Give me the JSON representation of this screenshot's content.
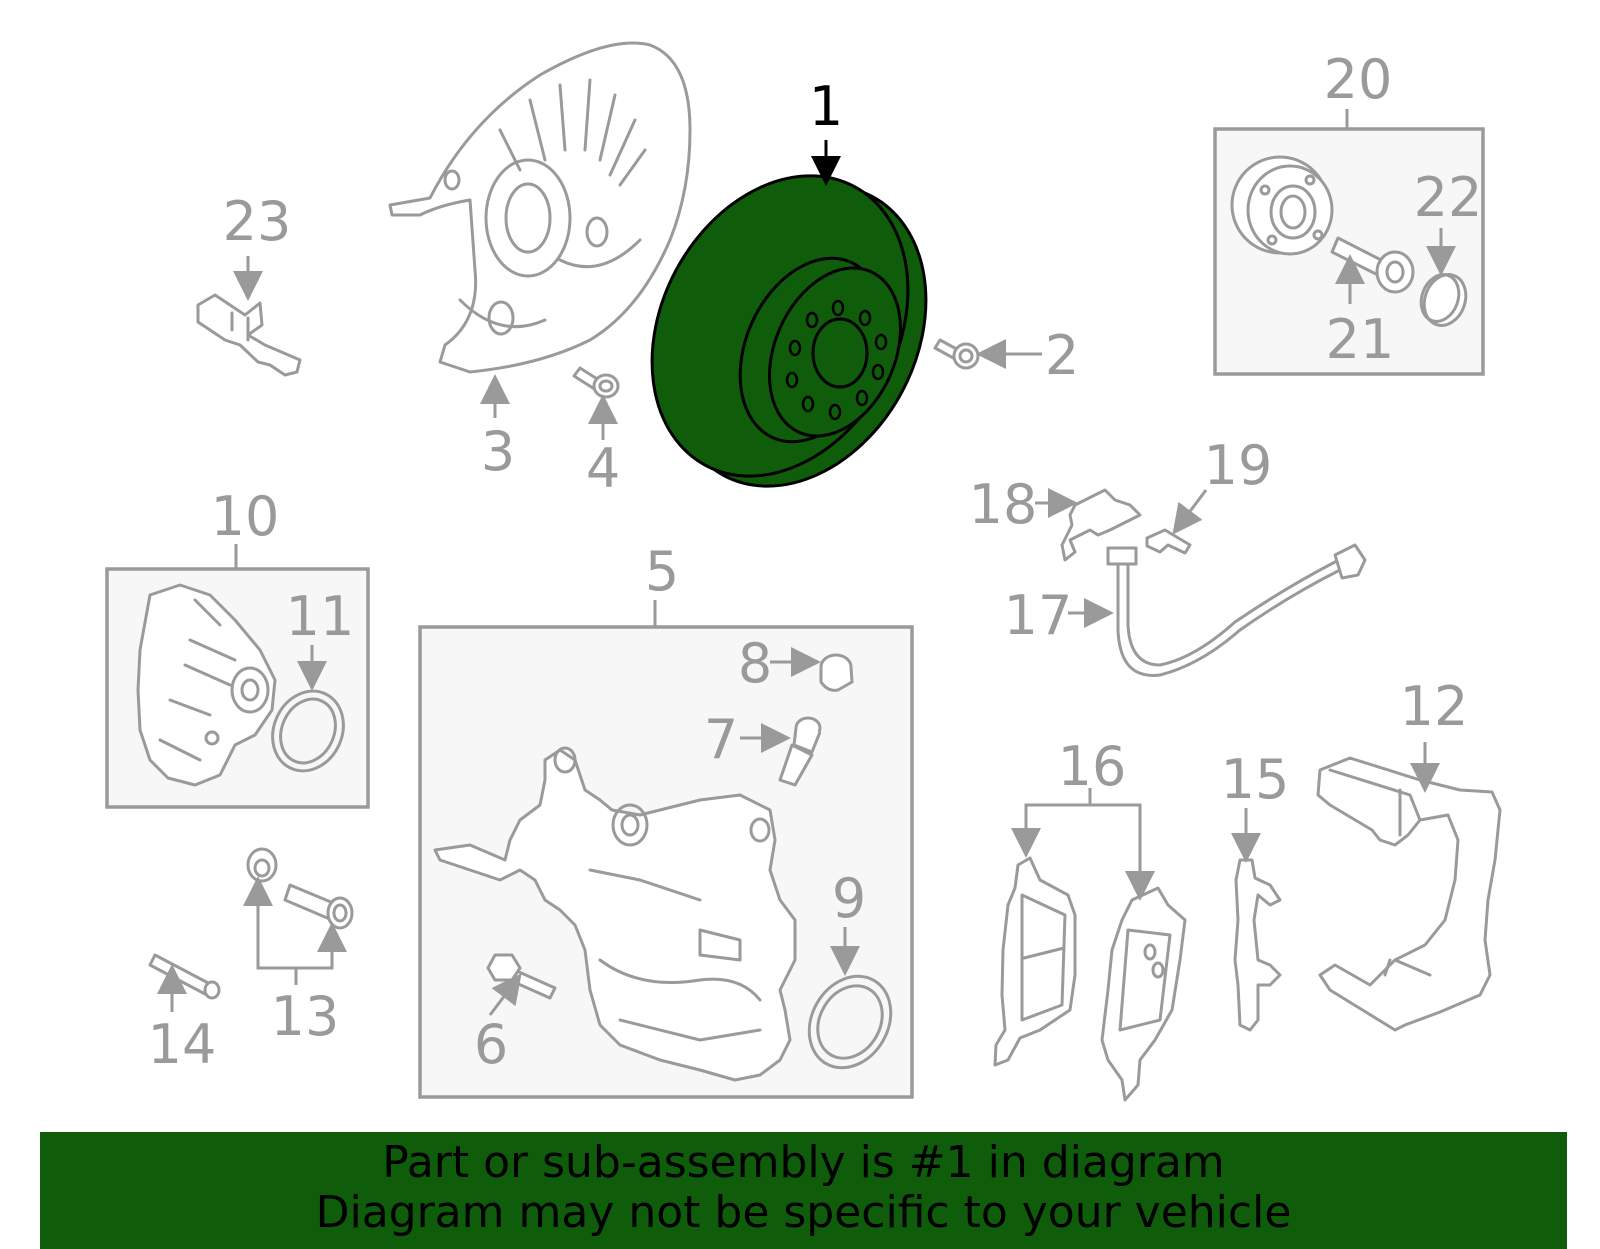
{
  "colors": {
    "highlight_part": "#0f5c0a",
    "line_grey": "#9a9a9a",
    "banner_background": "#0f5c0a",
    "banner_text": "#000000"
  },
  "callouts": {
    "c1": "1",
    "c2": "2",
    "c3": "3",
    "c4": "4",
    "c5": "5",
    "c6": "6",
    "c7": "7",
    "c8": "8",
    "c9": "9",
    "c10": "10",
    "c11": "11",
    "c12": "12",
    "c13": "13",
    "c14": "14",
    "c15": "15",
    "c16": "16",
    "c17": "17",
    "c18": "18",
    "c19": "19",
    "c20": "20",
    "c21": "21",
    "c22": "22",
    "c23": "23"
  },
  "banner": {
    "line1": "Part or sub-assembly is #1 in diagram",
    "line2": "Diagram may not be specific to your vehicle"
  }
}
